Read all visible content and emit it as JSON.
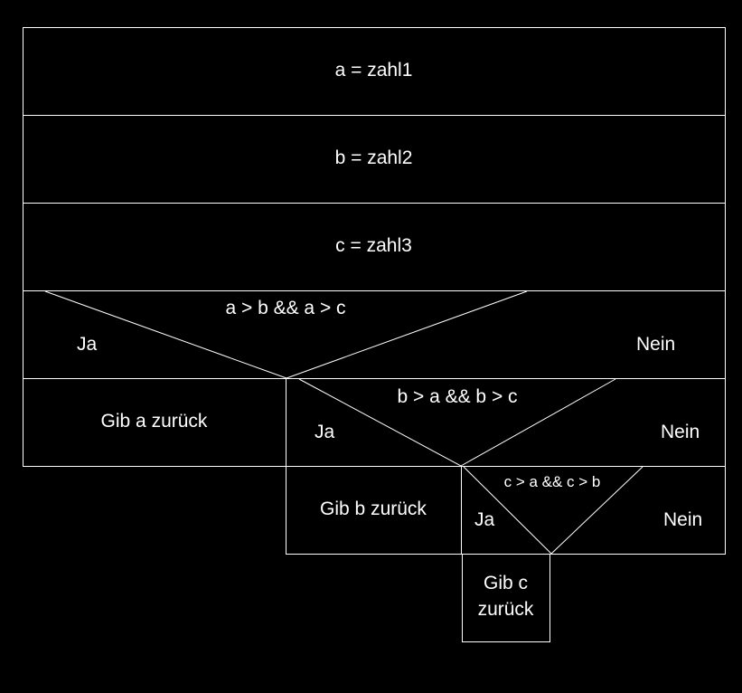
{
  "colors": {
    "background": "#000000",
    "foreground": "#ffffff"
  },
  "statements": {
    "assign_a": "a = zahl1",
    "assign_b": "b = zahl2",
    "assign_c": "c = zahl3"
  },
  "decision1": {
    "condition": "a > b && a > c",
    "yes": "Ja",
    "no": "Nein",
    "yes_action": "Gib a zurück"
  },
  "decision2": {
    "condition": "b > a && b > c",
    "yes": "Ja",
    "no": "Nein",
    "yes_action": "Gib b zurück"
  },
  "decision3": {
    "condition": "c > a && c > b",
    "yes": "Ja",
    "no": "Nein",
    "yes_action_line1": "Gib c",
    "yes_action_line2": "zurück"
  }
}
